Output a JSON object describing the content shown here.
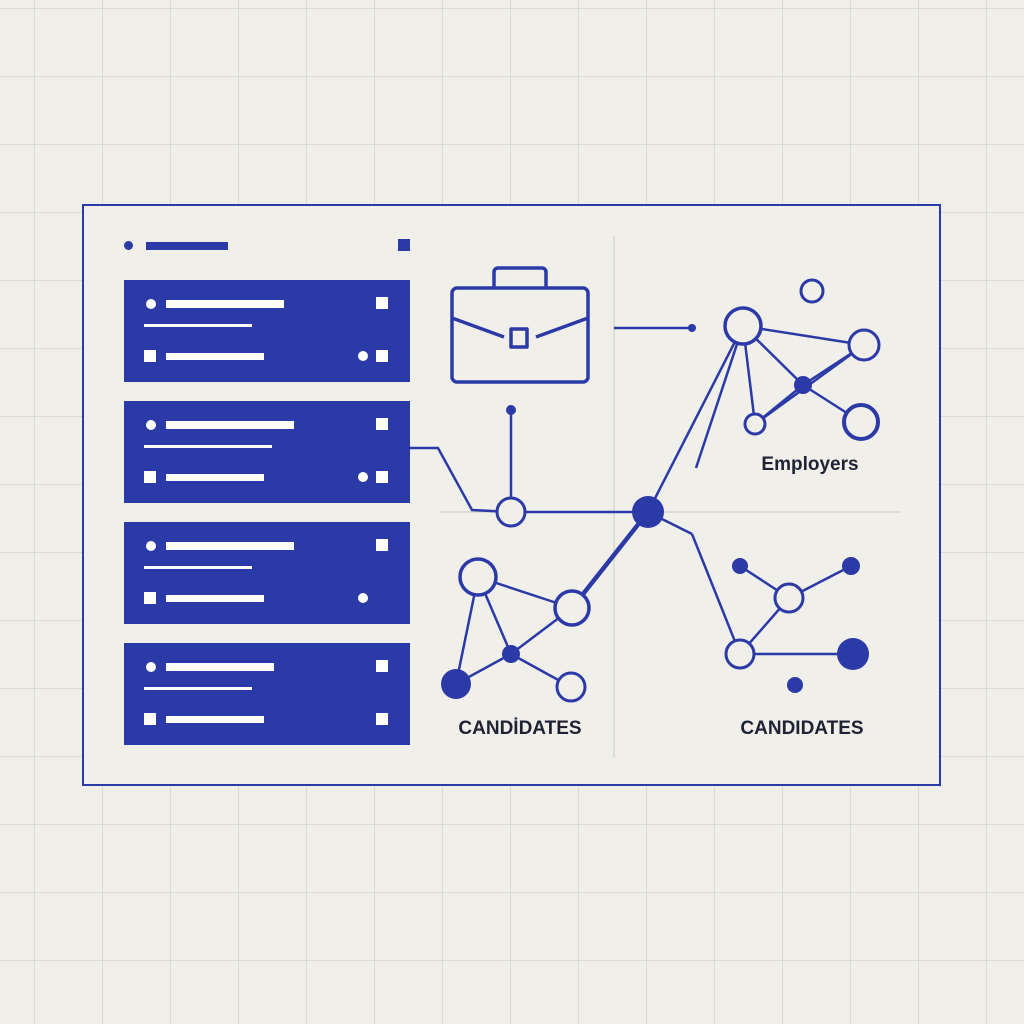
{
  "labels": {
    "employers": "Employers",
    "candidates_left": "CANDİDATES",
    "candidates_right": "CANDIDATES"
  },
  "list": {
    "card_count": 4
  },
  "colors": {
    "accent": "#2b3aa6",
    "background": "#efeee9",
    "grid": "#d9dbd2",
    "label_text": "#1f2233"
  },
  "icons": {
    "briefcase": "briefcase-icon"
  }
}
